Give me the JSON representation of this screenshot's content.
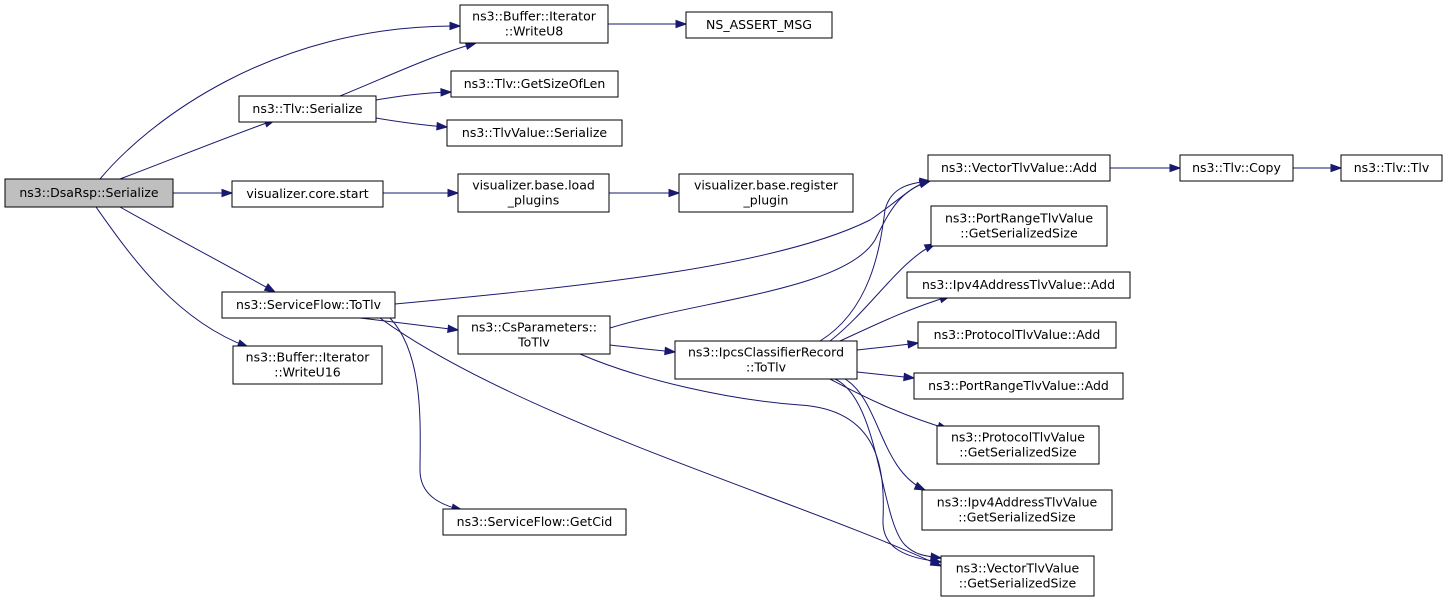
{
  "graph": {
    "nodes": [
      {
        "id": "dsarsp_serialize",
        "lines": [
          "ns3::DsaRsp::Serialize"
        ],
        "root": true
      },
      {
        "id": "buffer_iterator_writeu8",
        "lines": [
          "ns3::Buffer::Iterator",
          "::WriteU8"
        ]
      },
      {
        "id": "ns_assert_msg",
        "lines": [
          "NS_ASSERT_MSG"
        ]
      },
      {
        "id": "tlv_serialize",
        "lines": [
          "ns3::Tlv::Serialize"
        ]
      },
      {
        "id": "tlv_getsizeoflen",
        "lines": [
          "ns3::Tlv::GetSizeOfLen"
        ]
      },
      {
        "id": "tlvvalue_serialize",
        "lines": [
          "ns3::TlvValue::Serialize"
        ]
      },
      {
        "id": "visualizer_core_start",
        "lines": [
          "visualizer.core.start"
        ]
      },
      {
        "id": "visualizer_base_load_plugins",
        "lines": [
          "visualizer.base.load",
          "_plugins"
        ]
      },
      {
        "id": "visualizer_base_register_plugin",
        "lines": [
          "visualizer.base.register",
          "_plugin"
        ]
      },
      {
        "id": "serviceflow_totlv",
        "lines": [
          "ns3::ServiceFlow::ToTlv"
        ]
      },
      {
        "id": "buffer_iterator_writeu16",
        "lines": [
          "ns3::Buffer::Iterator",
          "::WriteU16"
        ]
      },
      {
        "id": "csparameters_totlv",
        "lines": [
          "ns3::CsParameters::",
          "ToTlv"
        ]
      },
      {
        "id": "serviceflow_getcid",
        "lines": [
          "ns3::ServiceFlow::GetCid"
        ]
      },
      {
        "id": "ipcsclassifierrecord_totlv",
        "lines": [
          "ns3::IpcsClassifierRecord",
          "::ToTlv"
        ]
      },
      {
        "id": "vectortlvvalue_add",
        "lines": [
          "ns3::VectorTlvValue::Add"
        ]
      },
      {
        "id": "tlv_copy",
        "lines": [
          "ns3::Tlv::Copy"
        ]
      },
      {
        "id": "tlv_tlv",
        "lines": [
          "ns3::Tlv::Tlv"
        ]
      },
      {
        "id": "portrangetlvvalue_getserializedsize",
        "lines": [
          "ns3::PortRangeTlvValue",
          "::GetSerializedSize"
        ]
      },
      {
        "id": "ipv4addresstlvvalue_add",
        "lines": [
          "ns3::Ipv4AddressTlvValue::Add"
        ]
      },
      {
        "id": "protocoltlvvalue_add",
        "lines": [
          "ns3::ProtocolTlvValue::Add"
        ]
      },
      {
        "id": "portrangetlvvalue_add",
        "lines": [
          "ns3::PortRangeTlvValue::Add"
        ]
      },
      {
        "id": "protocoltlvvalue_getserializedsize",
        "lines": [
          "ns3::ProtocolTlvValue",
          "::GetSerializedSize"
        ]
      },
      {
        "id": "ipv4addresstlvvalue_getserializedsize",
        "lines": [
          "ns3::Ipv4AddressTlvValue",
          "::GetSerializedSize"
        ]
      },
      {
        "id": "vectortlvvalue_getserializedsize",
        "lines": [
          "ns3::VectorTlvValue",
          "::GetSerializedSize"
        ]
      }
    ],
    "edges": [
      {
        "from": "dsarsp_serialize",
        "to": "buffer_iterator_writeu8"
      },
      {
        "from": "dsarsp_serialize",
        "to": "tlv_serialize"
      },
      {
        "from": "dsarsp_serialize",
        "to": "visualizer_core_start"
      },
      {
        "from": "dsarsp_serialize",
        "to": "serviceflow_totlv"
      },
      {
        "from": "dsarsp_serialize",
        "to": "buffer_iterator_writeu16"
      },
      {
        "from": "buffer_iterator_writeu8",
        "to": "ns_assert_msg"
      },
      {
        "from": "tlv_serialize",
        "to": "buffer_iterator_writeu8"
      },
      {
        "from": "tlv_serialize",
        "to": "tlv_getsizeoflen"
      },
      {
        "from": "tlv_serialize",
        "to": "tlvvalue_serialize"
      },
      {
        "from": "visualizer_core_start",
        "to": "visualizer_base_load_plugins"
      },
      {
        "from": "visualizer_base_load_plugins",
        "to": "visualizer_base_register_plugin"
      },
      {
        "from": "serviceflow_totlv",
        "to": "vectortlvvalue_add"
      },
      {
        "from": "serviceflow_totlv",
        "to": "csparameters_totlv"
      },
      {
        "from": "serviceflow_totlv",
        "to": "serviceflow_getcid"
      },
      {
        "from": "serviceflow_totlv",
        "to": "vectortlvvalue_getserializedsize"
      },
      {
        "from": "csparameters_totlv",
        "to": "vectortlvvalue_add"
      },
      {
        "from": "csparameters_totlv",
        "to": "ipcsclassifierrecord_totlv"
      },
      {
        "from": "csparameters_totlv",
        "to": "vectortlvvalue_getserializedsize"
      },
      {
        "from": "vectortlvvalue_add",
        "to": "tlv_copy"
      },
      {
        "from": "tlv_copy",
        "to": "tlv_tlv"
      },
      {
        "from": "ipcsclassifierrecord_totlv",
        "to": "vectortlvvalue_add"
      },
      {
        "from": "ipcsclassifierrecord_totlv",
        "to": "portrangetlvvalue_getserializedsize"
      },
      {
        "from": "ipcsclassifierrecord_totlv",
        "to": "ipv4addresstlvvalue_add"
      },
      {
        "from": "ipcsclassifierrecord_totlv",
        "to": "protocoltlvvalue_add"
      },
      {
        "from": "ipcsclassifierrecord_totlv",
        "to": "portrangetlvvalue_add"
      },
      {
        "from": "ipcsclassifierrecord_totlv",
        "to": "protocoltlvvalue_getserializedsize"
      },
      {
        "from": "ipcsclassifierrecord_totlv",
        "to": "ipv4addresstlvvalue_getserializedsize"
      },
      {
        "from": "ipcsclassifierrecord_totlv",
        "to": "vectortlvvalue_getserializedsize"
      }
    ]
  }
}
